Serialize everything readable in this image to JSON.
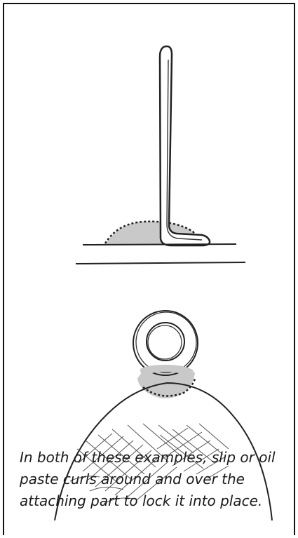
{
  "caption": "In both of these examples, slip or oil paste curls around and over the attaching part to lock it into place.",
  "colors": {
    "border": "#111111",
    "ink": "#1a1a1a",
    "paste_fill": "#c9c9c9",
    "hatch": "#555555"
  },
  "figures": [
    {
      "name": "vertical-rod-on-flat-surface"
    },
    {
      "name": "ring-on-sphere"
    }
  ]
}
